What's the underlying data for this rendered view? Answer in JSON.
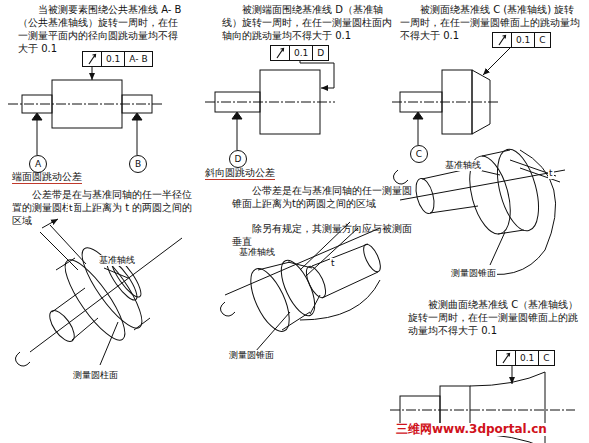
{
  "diagram": {
    "nodes": [
      {
        "text": [
          "0.1",
          "A- B"
        ]
      },
      {
        "text": [
          "A"
        ]
      },
      {
        "text": [
          "B"
        ]
      },
      {
        "text": [
          "0.1",
          "D"
        ]
      },
      {
        "text": [
          "D"
        ]
      },
      {
        "text": [
          "0.1",
          "C"
        ]
      },
      {
        "text": [
          "C"
        ]
      },
      {
        "text": [
          "0.1",
          "C"
        ]
      }
    ],
    "labels": [
      "当被测要素围绕公共基准线 A- B（公共基准轴线）旋转一周时，在任一测量平面内的径向圆跳动量均不得大于 0.1",
      "被测端面围绕基准线 D（基准轴线）旋转一周时，在任一测量圆柱面内轴向的跳动量均不得大于 0.1",
      "被测面绕基准线 C (基准轴线) 旋转一周时，在任一测量圆锥面上的跳动量均不得大于 0.1",
      "端面圆跳动公差",
      "公差带是在与基准同轴的任一半径位置的测量圆柱面上距离为 t 的两圆之间的区域",
      "基准轴线",
      "t",
      "测量圆柱面",
      "斜向圆跳动公差",
      "公带差是在与基准同轴的任一测量圆锥面上距离为t的两圆之间的区域",
      "除另有规定，其测量方向应与被测面垂直",
      "基准轴线",
      "t",
      "测量圆锥面",
      "基准轴线",
      "t",
      "测量圆锥面",
      "被测曲面绕基准线 C（基准轴线）旋转一周时，在任一测量圆锥面上的跳动量均不得大于 0.1",
      "三维网www.3dportal.cn"
    ]
  }
}
